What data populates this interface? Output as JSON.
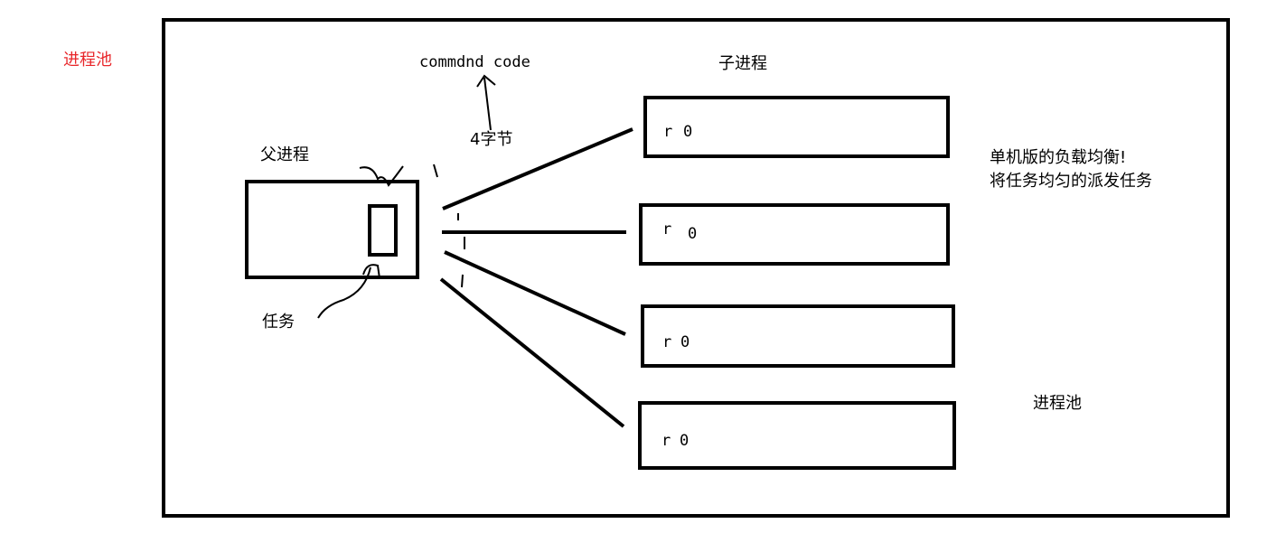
{
  "outside_label": "进程池",
  "command_label": "commdnd code",
  "bytes_label": "4字节",
  "children_title": "子进程",
  "parent_label": "父进程",
  "task_label": "任务",
  "note_line1": "单机版的负载均衡!",
  "note_line2": "将任务均匀的派发任务",
  "pool_label": "进程池",
  "children": [
    {
      "r": "r",
      "value": "0"
    },
    {
      "r": "r",
      "value": "0"
    },
    {
      "r": "r",
      "value": "0"
    },
    {
      "r": "r",
      "value": "0"
    }
  ],
  "colors": {
    "ink": "#000000",
    "accent_red": "#e8262a"
  }
}
